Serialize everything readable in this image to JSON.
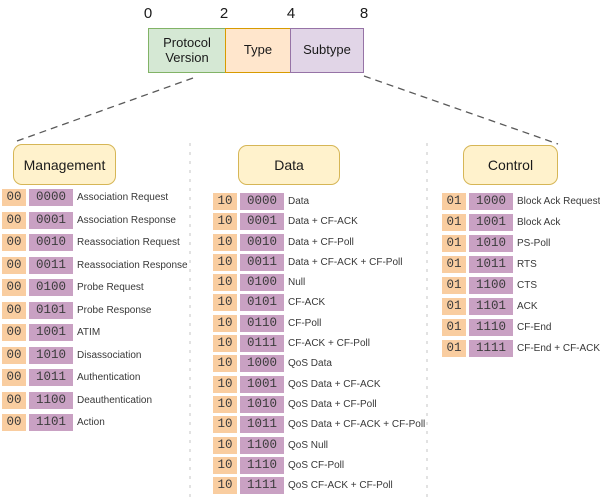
{
  "scale": {
    "ticks": [
      "0",
      "2",
      "4",
      "8"
    ]
  },
  "frame_fields": [
    {
      "name": "protocol-version",
      "label": "Protocol Version"
    },
    {
      "name": "type",
      "label": "Type"
    },
    {
      "name": "subtype",
      "label": "Subtype"
    }
  ],
  "columns": [
    {
      "title": "Management",
      "type_bits": "00",
      "rows": [
        {
          "type": "00",
          "subtype": "0000",
          "label": "Association Request"
        },
        {
          "type": "00",
          "subtype": "0001",
          "label": "Association Response"
        },
        {
          "type": "00",
          "subtype": "0010",
          "label": "Reassociation Request"
        },
        {
          "type": "00",
          "subtype": "0011",
          "label": "Reassociation Response"
        },
        {
          "type": "00",
          "subtype": "0100",
          "label": "Probe Request"
        },
        {
          "type": "00",
          "subtype": "0101",
          "label": "Probe Response"
        },
        {
          "type": "00",
          "subtype": "1001",
          "label": "ATIM"
        },
        {
          "type": "00",
          "subtype": "1010",
          "label": "Disassociation"
        },
        {
          "type": "00",
          "subtype": "1011",
          "label": "Authentication"
        },
        {
          "type": "00",
          "subtype": "1100",
          "label": "Deauthentication"
        },
        {
          "type": "00",
          "subtype": "1101",
          "label": "Action"
        }
      ]
    },
    {
      "title": "Data",
      "type_bits": "10",
      "rows": [
        {
          "type": "10",
          "subtype": "0000",
          "label": "Data"
        },
        {
          "type": "10",
          "subtype": "0001",
          "label": "Data + CF-ACK"
        },
        {
          "type": "10",
          "subtype": "0010",
          "label": "Data + CF-Poll"
        },
        {
          "type": "10",
          "subtype": "0011",
          "label": "Data + CF-ACK + CF-Poll"
        },
        {
          "type": "10",
          "subtype": "0100",
          "label": "Null"
        },
        {
          "type": "10",
          "subtype": "0101",
          "label": "CF-ACK"
        },
        {
          "type": "10",
          "subtype": "0110",
          "label": "CF-Poll"
        },
        {
          "type": "10",
          "subtype": "0111",
          "label": "CF-ACK + CF-Poll"
        },
        {
          "type": "10",
          "subtype": "1000",
          "label": "QoS Data"
        },
        {
          "type": "10",
          "subtype": "1001",
          "label": "QoS Data + CF-ACK"
        },
        {
          "type": "10",
          "subtype": "1010",
          "label": "QoS Data + CF-Poll"
        },
        {
          "type": "10",
          "subtype": "1011",
          "label": "QoS Data + CF-ACK + CF-Poll"
        },
        {
          "type": "10",
          "subtype": "1100",
          "label": "QoS Null"
        },
        {
          "type": "10",
          "subtype": "1110",
          "label": "QoS CF-Poll"
        },
        {
          "type": "10",
          "subtype": "1111",
          "label": "QoS CF-ACK + CF-Poll"
        }
      ]
    },
    {
      "title": "Control",
      "type_bits": "01",
      "rows": [
        {
          "type": "01",
          "subtype": "1000",
          "label": "Block Ack Request"
        },
        {
          "type": "01",
          "subtype": "1001",
          "label": "Block Ack"
        },
        {
          "type": "01",
          "subtype": "1010",
          "label": "PS-Poll"
        },
        {
          "type": "01",
          "subtype": "1011",
          "label": "RTS"
        },
        {
          "type": "01",
          "subtype": "1100",
          "label": "CTS"
        },
        {
          "type": "01",
          "subtype": "1101",
          "label": "ACK"
        },
        {
          "type": "01",
          "subtype": "1110",
          "label": "CF-End"
        },
        {
          "type": "01",
          "subtype": "1111",
          "label": "CF-End + CF-ACK"
        }
      ]
    }
  ],
  "colors": {
    "protocol-fill": "#d5e8d4",
    "protocol-border": "#82b366",
    "type-fill": "#ffe6cc",
    "type-border": "#d79b00",
    "subtype-fill": "#e1d5e7",
    "subtype-border": "#9673a6",
    "header-fill": "#fff2cc",
    "header-border": "#d6b656",
    "type-bits-fill": "#f9cda0",
    "subtype-bits-fill": "#c9a1c3",
    "connector": "#595959",
    "separator": "#d2d2d2",
    "text": "#333333"
  }
}
